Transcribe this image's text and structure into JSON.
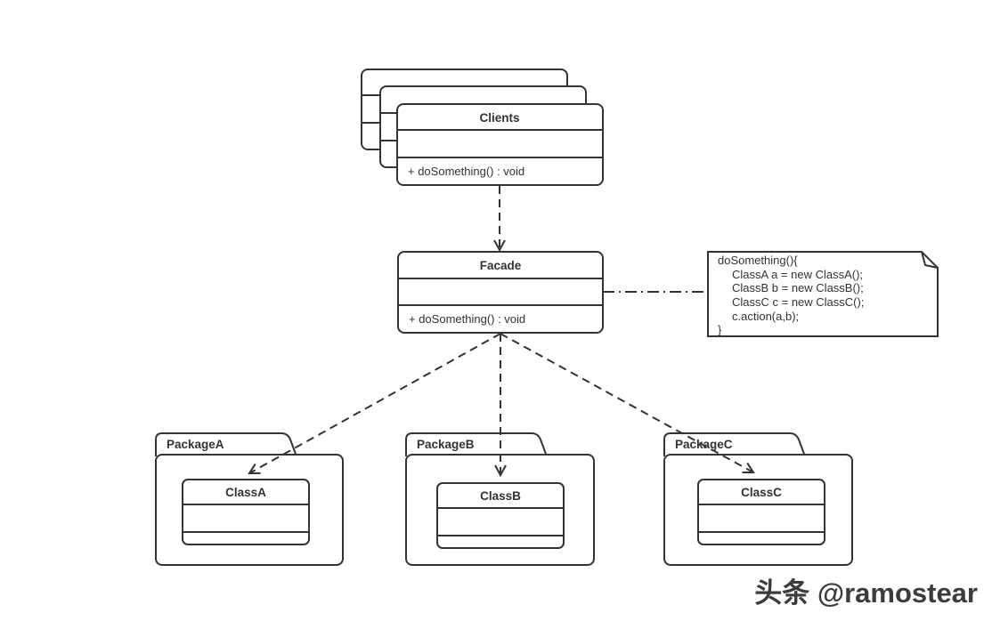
{
  "diagram": {
    "type": "uml-facade-pattern",
    "clients": {
      "title": "Clients",
      "method": "+ doSomething() : void"
    },
    "facade": {
      "title": "Facade",
      "method": "+ doSomething() : void"
    },
    "note": {
      "lines": [
        "doSomething(){",
        "ClassA a = new ClassA();",
        "ClassB b = new ClassB();",
        "ClassC c = new ClassC();",
        "c.action(a,b);",
        "}"
      ]
    },
    "packages": [
      {
        "name": "PackageA",
        "class_name": "ClassA"
      },
      {
        "name": "PackageB",
        "class_name": "ClassB"
      },
      {
        "name": "PackageC",
        "class_name": "ClassC"
      }
    ],
    "watermark": {
      "text": "头条 @ramostear"
    },
    "colors": {
      "stroke": "#333333",
      "background": "#ffffff",
      "watermark": "#3c3c3c"
    }
  }
}
